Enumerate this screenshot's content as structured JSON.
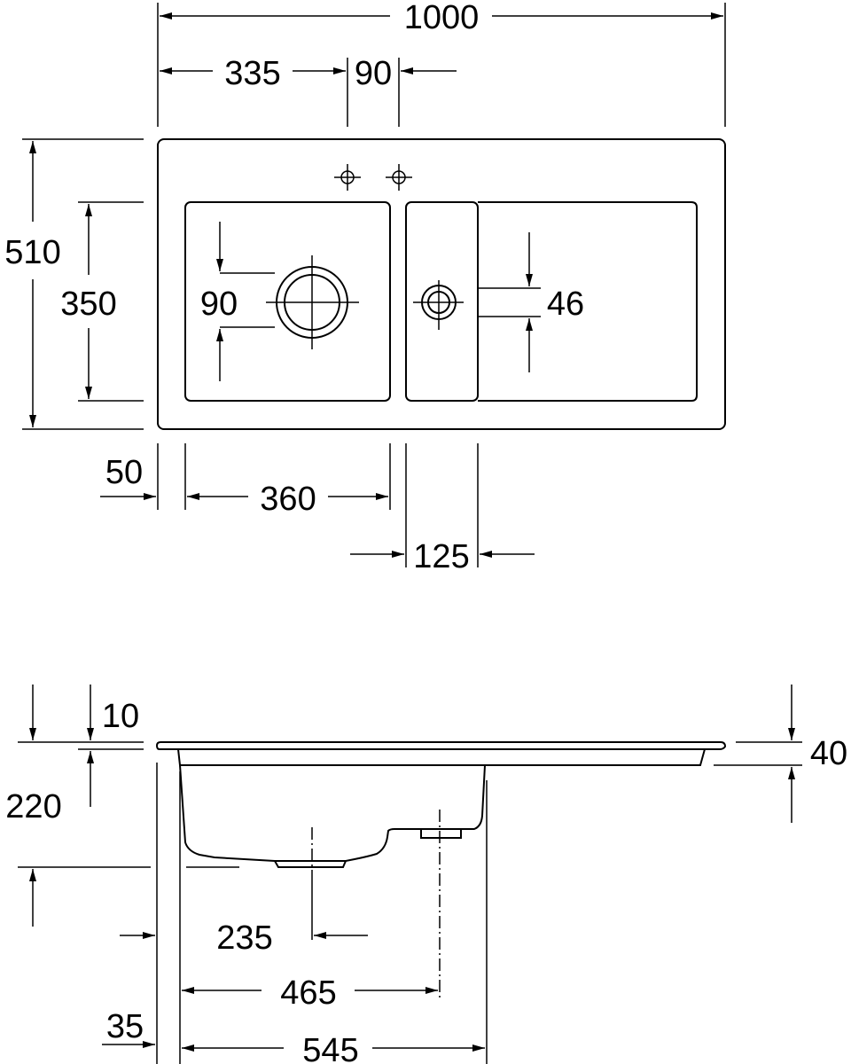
{
  "top_view": {
    "dims": {
      "overall_width": "1000",
      "tap_hole_offset": "335",
      "tap_hole_spacing": "90",
      "overall_depth": "510",
      "bowl_depth": "350",
      "main_drain_diameter": "90",
      "small_drain_diameter": "46",
      "edge_offset": "50",
      "main_bowl_width": "360",
      "small_bowl_width": "125"
    }
  },
  "side_view": {
    "dims": {
      "rim_thickness": "10",
      "bowl_height": "220",
      "drainer_height": "40",
      "main_drain_offset": "235",
      "small_drain_offset": "465",
      "bowl_section_width": "545",
      "side_offset": "35"
    }
  }
}
